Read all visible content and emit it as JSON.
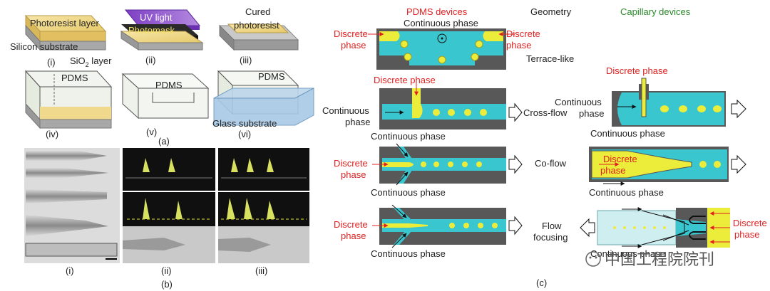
{
  "panel_a": {
    "caption": "(a)",
    "labels": {
      "photoresist_layer": "Photoresist layer",
      "silicon_substrate": "Silicon substrate",
      "sio2_layer": "SiO",
      "sio2_sub": "2",
      "sio2_suffix": " layer",
      "uv_light": "UV light",
      "photomask": "Photomask",
      "cured1": "Cured",
      "cured2": "photoresist",
      "pdms_iv": "PDMS",
      "pdms_v": "PDMS",
      "pdms_vi": "PDMS",
      "glass_substrate": "Glass substrate"
    },
    "sub_captions": [
      "(i)",
      "(ii)",
      "(iii)",
      "(iv)",
      "(v)",
      "(vi)"
    ]
  },
  "panel_b": {
    "caption": "(b)",
    "sub_captions": [
      "(i)",
      "(ii)",
      "(iii)"
    ]
  },
  "panel_c": {
    "caption": "(c)",
    "headers": {
      "pdms": "PDMS devices",
      "geometry": "Geometry",
      "capillary": "Capillary devices"
    },
    "terrace": {
      "continuous": "Continuous phase",
      "discrete_l1": "Discrete",
      "discrete_l2": "phase",
      "discrete_r1": "Discrete",
      "discrete_r2": "phase",
      "geometry": "Terrace-like"
    },
    "crossflow": {
      "discrete": "Discrete phase",
      "continuous_l1": "Continuous",
      "continuous_l2": "phase",
      "continuous_bottom": "Continuous phase",
      "geometry": "Cross-flow",
      "cap_discrete": "Discrete phase",
      "cap_continuous_l1": "Continuous",
      "cap_continuous_l2": "phase",
      "cap_continuous_bottom": "Continuous phase"
    },
    "coflow": {
      "discrete_l1": "Discrete",
      "discrete_l2": "phase",
      "continuous_bottom": "Continuous phase",
      "geometry": "Co-flow",
      "cap_discrete_l1": "Discrete",
      "cap_discrete_l2": "phase",
      "cap_continuous_bottom": "Continuous phase"
    },
    "focusing": {
      "discrete_l1": "Discrete",
      "discrete_l2": "phase",
      "continuous_bottom": "Continuous phase",
      "geometry_l1": "Flow",
      "geometry_l2": "focusing",
      "cap_discrete_l1": "Discrete",
      "cap_discrete_l2": "phase",
      "cap_continuous_bottom": "Continuous phase"
    }
  },
  "watermark": "中国工程院院刊",
  "colors": {
    "cyan": "#39c6cf",
    "yellow": "#ecec3a",
    "dark": "#585858",
    "red": "#e02020",
    "green": "#2a8a2a"
  }
}
